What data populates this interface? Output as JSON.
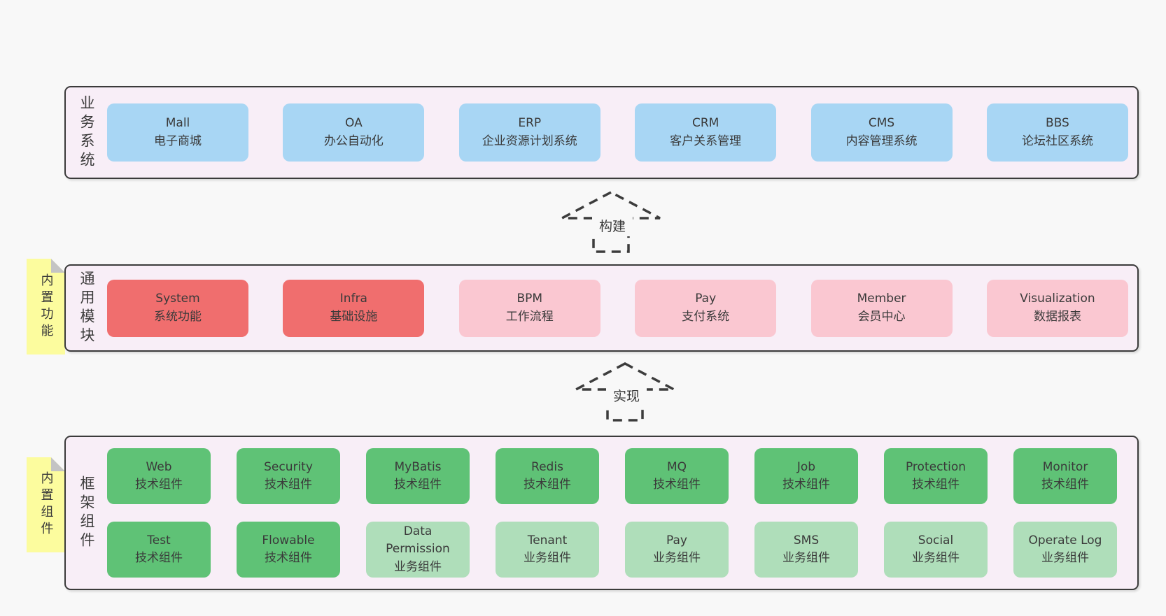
{
  "colors": {
    "canvas_bg": "#f8f8f8",
    "band_bg": "#f8eef7",
    "band_border": "#3b3b3b",
    "blue_box": "#a8d6f4",
    "red_box": "#f06e6e",
    "pink_box": "#fac7d1",
    "green_box": "#5fc276",
    "light_green_box": "#afdeba",
    "sticky_bg": "#fcfc9e",
    "sticky_fold": "#c4c4c4",
    "text": "#3a3a3a"
  },
  "bands": [
    {
      "label": "业务系统",
      "rows": [
        [
          {
            "name": "Mall",
            "desc": "电子商城"
          },
          {
            "name": "OA",
            "desc": "办公自动化"
          },
          {
            "name": "ERP",
            "desc": "企业资源计划系统"
          },
          {
            "name": "CRM",
            "desc": "客户关系管理"
          },
          {
            "name": "CMS",
            "desc": "内容管理系统"
          },
          {
            "name": "BBS",
            "desc": "论坛社区系统"
          }
        ]
      ]
    },
    {
      "label": "通用模块",
      "sticky": "内置功能",
      "rows": [
        [
          {
            "name": "System",
            "desc": "系统功能"
          },
          {
            "name": "Infra",
            "desc": "基础设施"
          },
          {
            "name": "BPM",
            "desc": "工作流程"
          },
          {
            "name": "Pay",
            "desc": "支付系统"
          },
          {
            "name": "Member",
            "desc": "会员中心"
          },
          {
            "name": "Visualization",
            "desc": "数据报表"
          }
        ]
      ]
    },
    {
      "label": "框架组件",
      "sticky": "内置组件",
      "rows": [
        [
          {
            "name": "Web",
            "desc": "技术组件"
          },
          {
            "name": "Security",
            "desc": "技术组件"
          },
          {
            "name": "MyBatis",
            "desc": "技术组件"
          },
          {
            "name": "Redis",
            "desc": "技术组件"
          },
          {
            "name": "MQ",
            "desc": "技术组件"
          },
          {
            "name": "Job",
            "desc": "技术组件"
          },
          {
            "name": "Protection",
            "desc": "技术组件"
          },
          {
            "name": "Monitor",
            "desc": "技术组件"
          }
        ],
        [
          {
            "name": "Test",
            "desc": "技术组件"
          },
          {
            "name": "Flowable",
            "desc": "技术组件"
          },
          {
            "name": "Data\nPermission",
            "desc": "业务组件"
          },
          {
            "name": "Tenant",
            "desc": "业务组件"
          },
          {
            "name": "Pay",
            "desc": "业务组件"
          },
          {
            "name": "SMS",
            "desc": "业务组件"
          },
          {
            "name": "Social",
            "desc": "业务组件"
          },
          {
            "name": "Operate Log",
            "desc": "业务组件"
          }
        ]
      ]
    }
  ],
  "arrows": [
    {
      "label": "构建"
    },
    {
      "label": "实现"
    }
  ]
}
